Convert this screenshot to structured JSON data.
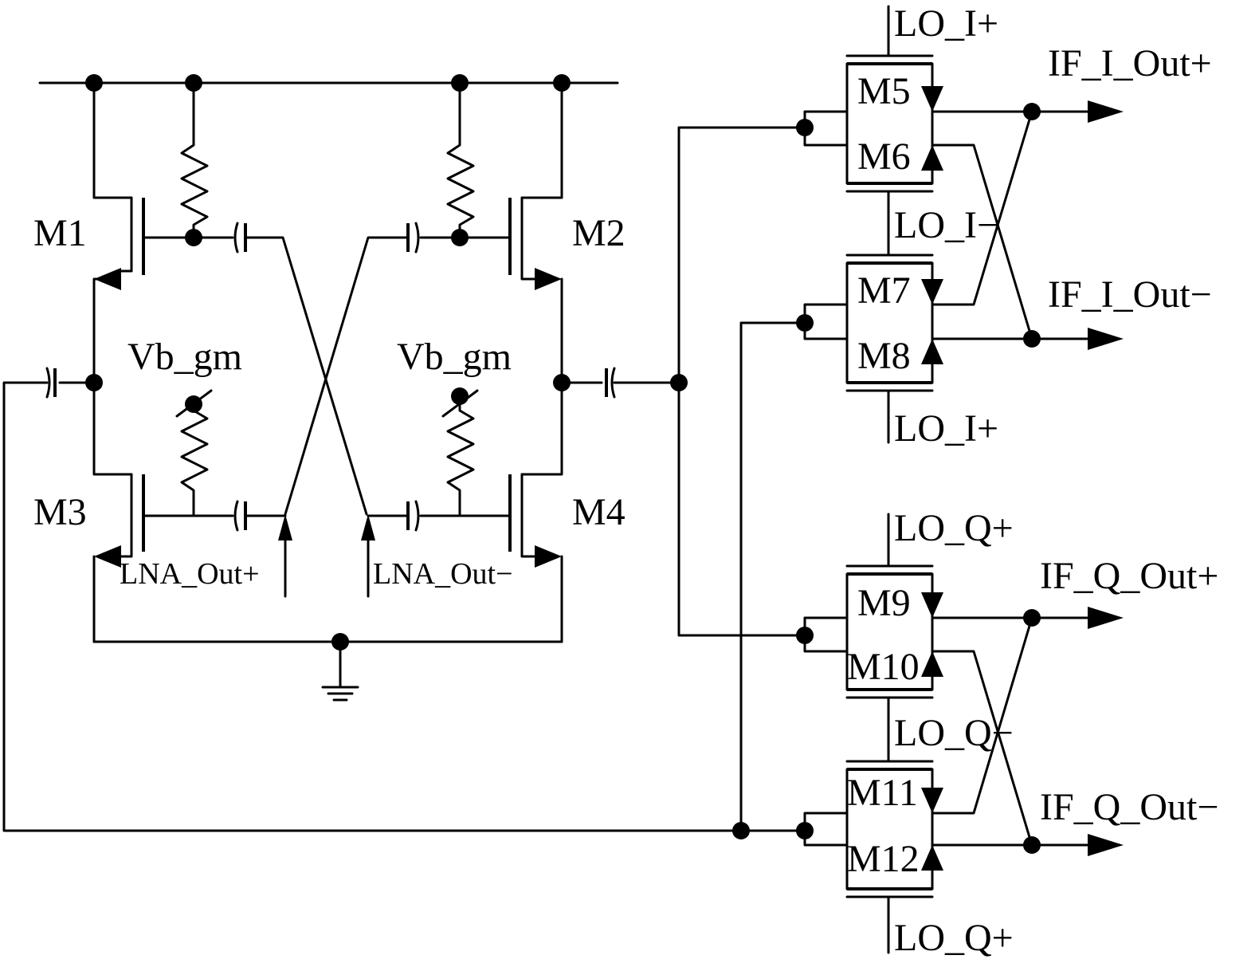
{
  "labels": {
    "m1": "M1",
    "m2": "M2",
    "m3": "M3",
    "m4": "M4",
    "m5": "M5",
    "m6": "M6",
    "m7": "M7",
    "m8": "M8",
    "m9": "M9",
    "m10": "M10",
    "m11": "M11",
    "m12": "M12",
    "vb_gm_left": "Vb_gm",
    "vb_gm_right": "Vb_gm",
    "lna_out_plus": "LNA_Out+",
    "lna_out_minus": "LNA_Out−",
    "lo_i_plus_top": "LO_I+",
    "lo_i_minus": "LO_I−",
    "lo_i_plus_bottom": "LO_I+",
    "lo_q_plus_top": "LO_Q+",
    "lo_q_minus": "LO_Q−",
    "lo_q_plus_bottom": "LO_Q+",
    "if_i_out_plus": "IF_I_Out+",
    "if_i_out_minus": "IF_I_Out−",
    "if_q_out_plus": "IF_Q_Out+",
    "if_q_out_minus": "IF_Q_Out−"
  }
}
